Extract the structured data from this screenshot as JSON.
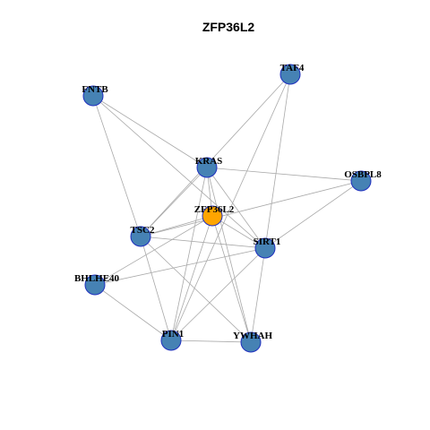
{
  "title": "ZFP36L2",
  "colors": {
    "node_fill": "#4682b4",
    "center_fill": "#ffa500",
    "node_border": "#1f2fbf",
    "edge": "#a9a9a9"
  },
  "nodes": [
    {
      "id": "ZFP36L2",
      "label": "ZFP36L2",
      "center": true
    },
    {
      "id": "TAF4",
      "label": "TAF4"
    },
    {
      "id": "FNTB",
      "label": "FNTB"
    },
    {
      "id": "KRAS",
      "label": "KRAS"
    },
    {
      "id": "OSBPL8",
      "label": "OSBPL8"
    },
    {
      "id": "TSC2",
      "label": "TSC2"
    },
    {
      "id": "SIRT1",
      "label": "SIRT1"
    },
    {
      "id": "BHLHE40",
      "label": "BHLHE40"
    },
    {
      "id": "PIN1",
      "label": "PIN1"
    },
    {
      "id": "YWHAH",
      "label": "YWHAH"
    }
  ],
  "edges": [
    [
      "FNTB",
      "KRAS"
    ],
    [
      "FNTB",
      "TSC2"
    ],
    [
      "FNTB",
      "SIRT1"
    ],
    [
      "TAF4",
      "TSC2"
    ],
    [
      "TAF4",
      "SIRT1"
    ],
    [
      "TAF4",
      "PIN1"
    ],
    [
      "KRAS",
      "OSBPL8"
    ],
    [
      "KRAS",
      "TSC2"
    ],
    [
      "KRAS",
      "SIRT1"
    ],
    [
      "KRAS",
      "PIN1"
    ],
    [
      "KRAS",
      "YWHAH"
    ],
    [
      "KRAS",
      "ZFP36L2"
    ],
    [
      "OSBPL8",
      "SIRT1"
    ],
    [
      "OSBPL8",
      "TSC2"
    ],
    [
      "ZFP36L2",
      "TSC2"
    ],
    [
      "ZFP36L2",
      "SIRT1"
    ],
    [
      "ZFP36L2",
      "BHLHE40"
    ],
    [
      "ZFP36L2",
      "PIN1"
    ],
    [
      "ZFP36L2",
      "YWHAH"
    ],
    [
      "TSC2",
      "SIRT1"
    ],
    [
      "TSC2",
      "PIN1"
    ],
    [
      "TSC2",
      "YWHAH"
    ],
    [
      "SIRT1",
      "BHLHE40"
    ],
    [
      "SIRT1",
      "PIN1"
    ],
    [
      "SIRT1",
      "YWHAH"
    ],
    [
      "BHLHE40",
      "PIN1"
    ],
    [
      "PIN1",
      "YWHAH"
    ]
  ]
}
